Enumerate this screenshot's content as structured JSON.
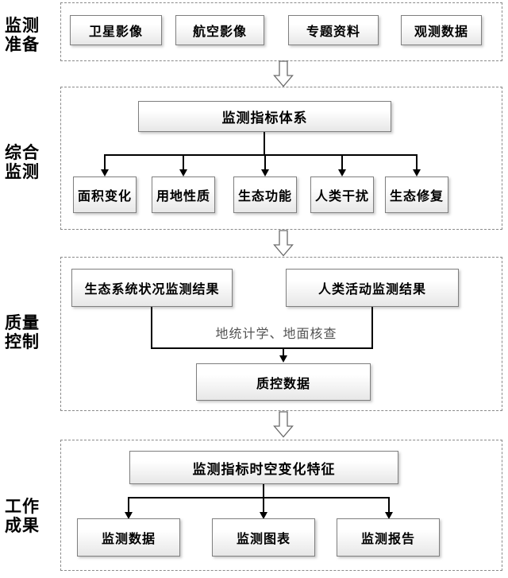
{
  "sections": {
    "prep": {
      "side_label": "监测\n准备",
      "boxes": [
        "卫星影像",
        "航空影像",
        "专题资料",
        "观测数据"
      ]
    },
    "comprehensive": {
      "side_label": "综合\n监测",
      "header": "监测指标体系",
      "boxes": [
        "面积变化",
        "用地性质",
        "生态功能",
        "人类干扰",
        "生态修复"
      ]
    },
    "quality": {
      "side_label": "质量\n控制",
      "inputs": [
        "生态系统状况监测结果",
        "人类活动监测结果"
      ],
      "method_label": "地统计学、地面核查",
      "output": "质控数据"
    },
    "results": {
      "side_label": "工作\n成果",
      "header": "监测指标时空变化特征",
      "boxes": [
        "监测数据",
        "监测图表",
        "监测报告"
      ]
    }
  },
  "colors": {
    "node_border": "#7f7f7f",
    "node_fill_top": "#ffffff",
    "node_fill_bottom": "#e7e7e7",
    "panel_dash_border": "#8a8a8a",
    "connector_line": "#000000",
    "method_label_text": "#545454",
    "background": "#ffffff"
  }
}
